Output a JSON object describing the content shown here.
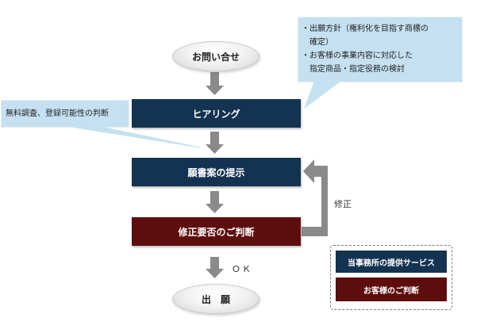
{
  "start": "お問い合せ",
  "end": "出　願",
  "steps": {
    "hearing": "ヒアリング",
    "draft": "願書案の提示",
    "judge": "修正要否のご判断"
  },
  "edges": {
    "fix": "修正",
    "ok": "ＯＫ"
  },
  "callouts": {
    "right_line1": "・出願方針（権利化を目指す商標の",
    "right_line2": "　確定）",
    "right_line3": "・お客様の事業内容に対応した",
    "right_line4": "　指定商品・指定役務の検討",
    "left": "無料調査、登録可能性の判断"
  },
  "legend": {
    "service": "当事務所の提供サービス",
    "client": "お客様のご判断"
  },
  "colors": {
    "navy": "#143350",
    "maroon": "#5e0d0d",
    "callout": "#c5e1f1",
    "arrow": "#8a8a8a"
  }
}
